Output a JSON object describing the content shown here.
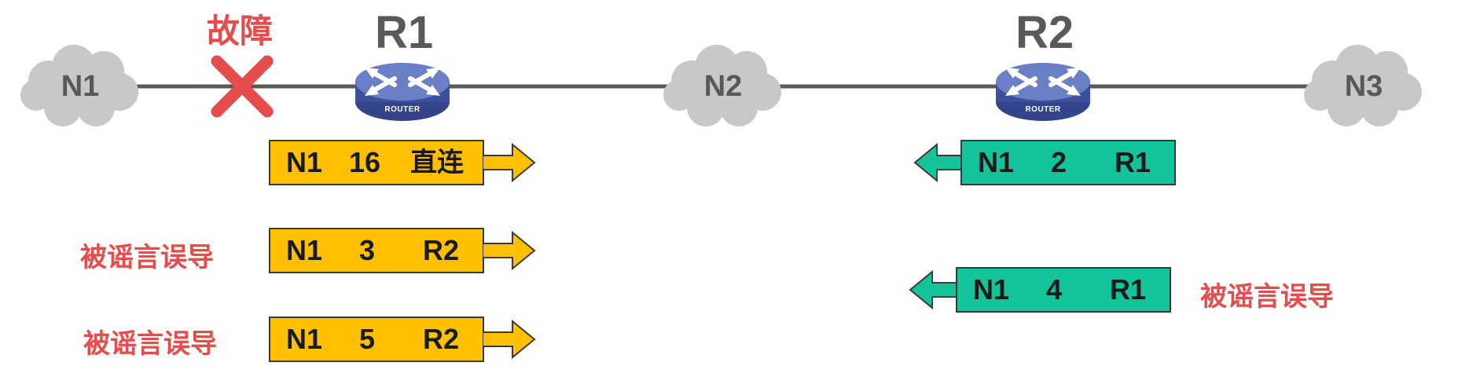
{
  "networks": [
    {
      "id": "n1",
      "label": "N1"
    },
    {
      "id": "n2",
      "label": "N2"
    },
    {
      "id": "n3",
      "label": "N3"
    }
  ],
  "routers": [
    {
      "id": "r1",
      "name": "R1",
      "device_text": "ROUTER"
    },
    {
      "id": "r2",
      "name": "R2",
      "device_text": "ROUTER"
    }
  ],
  "fault": {
    "label": "故障",
    "marker_icon": "red-x-icon",
    "color": "#e74c4c"
  },
  "colors": {
    "link": "#595959",
    "cloud": "#c8c8c8",
    "router_body": "#4a5ea8",
    "r1_message": "#ffc000",
    "r2_message": "#13c39a",
    "annotation": "#e74c4c"
  },
  "r1_messages": [
    {
      "network": "N1",
      "distance": "16",
      "next_hop": "直连",
      "annotation": ""
    },
    {
      "network": "N1",
      "distance": "3",
      "next_hop": "R2",
      "annotation": "被谣言误导"
    },
    {
      "network": "N1",
      "distance": "5",
      "next_hop": "R2",
      "annotation": "被谣言误导"
    }
  ],
  "r2_messages": [
    {
      "network": "N1",
      "distance": "2",
      "next_hop": "R1",
      "annotation": ""
    },
    {
      "network": "N1",
      "distance": "4",
      "next_hop": "R1",
      "annotation": "被谣言误导"
    }
  ]
}
